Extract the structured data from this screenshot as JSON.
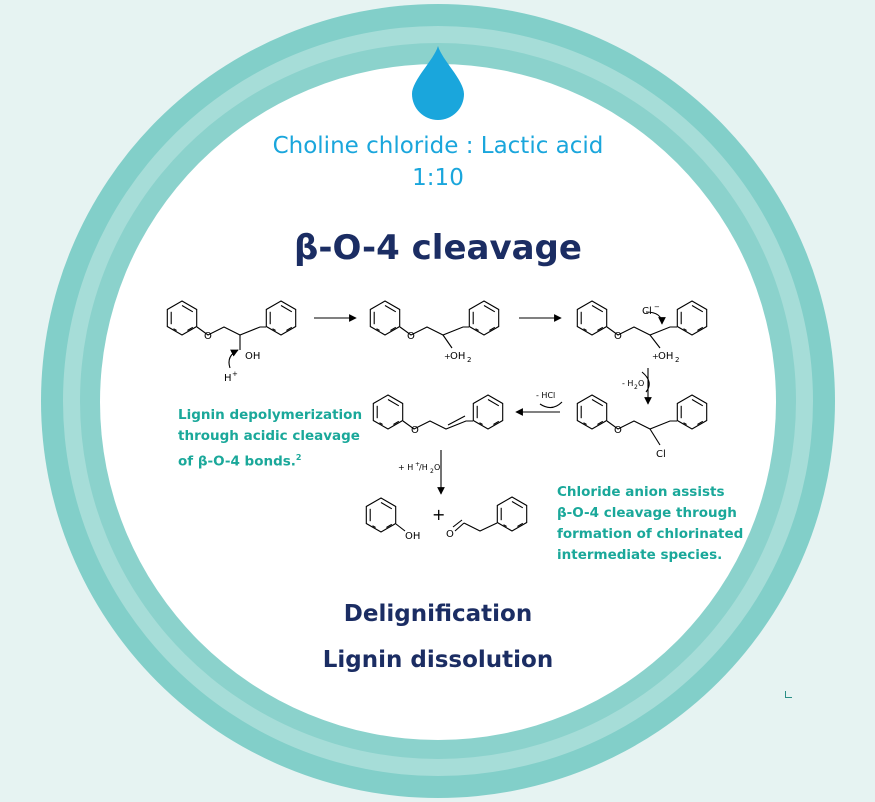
{
  "solvent": {
    "name": "Choline chloride : Lactic acid",
    "ratio": "1:10"
  },
  "title": "β-O-4 cleavage",
  "captions": {
    "acidic_lines": [
      "Lignin depolymerization",
      "through acidic cleavage",
      "of β-O-4 bonds."
    ],
    "acidic_ref": "2",
    "chloride_lines": [
      "Chloride anion assists",
      "β-O-4 cleavage through",
      "formation of chlorinated",
      "intermediate species."
    ]
  },
  "reaction_labels": {
    "oh": "OH",
    "h_plus": "H",
    "oh2": "OH",
    "cl_minus": "Cl",
    "cl": "Cl",
    "minus_water": "- H",
    "minus_hcl": "- HCl",
    "plus_water": "+ H",
    "phenol_oh": "OH",
    "ether_o": "O",
    "aldehyde_o": "O",
    "plus_sign": "+"
  },
  "outcomes": [
    "Delignification",
    "Lignin dissolution"
  ],
  "colors": {
    "background": "#e6f3f2",
    "ring_outer": "#82cfc9",
    "ring_mid": "#a6ddd8",
    "disc": "#ffffff",
    "drop": "#1aa6dc",
    "navy": "#1b2d63",
    "teal_text": "#1aa89a"
  },
  "icons": [
    "water-drop-icon"
  ]
}
